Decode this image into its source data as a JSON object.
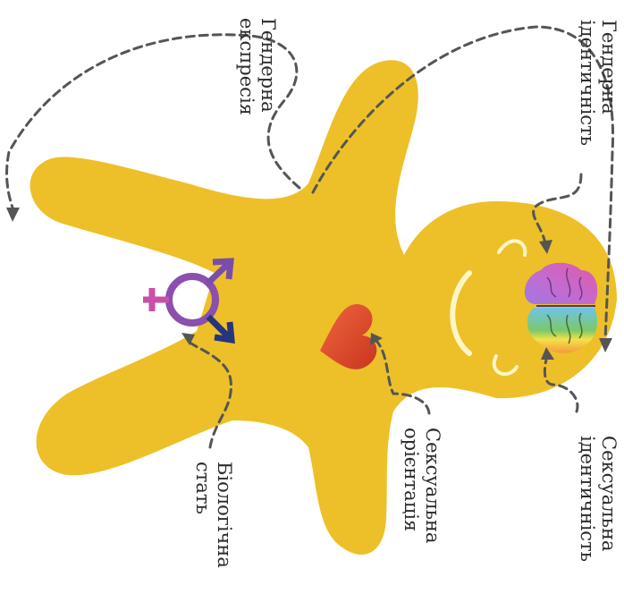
{
  "labels": {
    "gender_identity": [
      "Гендерна",
      "ідентичність"
    ],
    "gender_expression": [
      "Гендерна",
      "експресія"
    ],
    "sexual_identity": [
      "Сексуальна",
      "ідентичність"
    ],
    "sexual_orientation": [
      "Сексуальна",
      "орієнтація"
    ],
    "biological_sex": [
      "Біологічна",
      "стать"
    ]
  },
  "colors": {
    "body": "#EDC029",
    "face_lines": "#FFF6C8",
    "arrows": "#555555",
    "heart": "#E0432C",
    "symbol_pink": "#C94FA8",
    "symbol_purple": "#8A4FAF",
    "symbol_navy": "#27357E"
  },
  "icons": [
    "brain-icon",
    "heart-icon",
    "transgender-symbol-icon"
  ]
}
